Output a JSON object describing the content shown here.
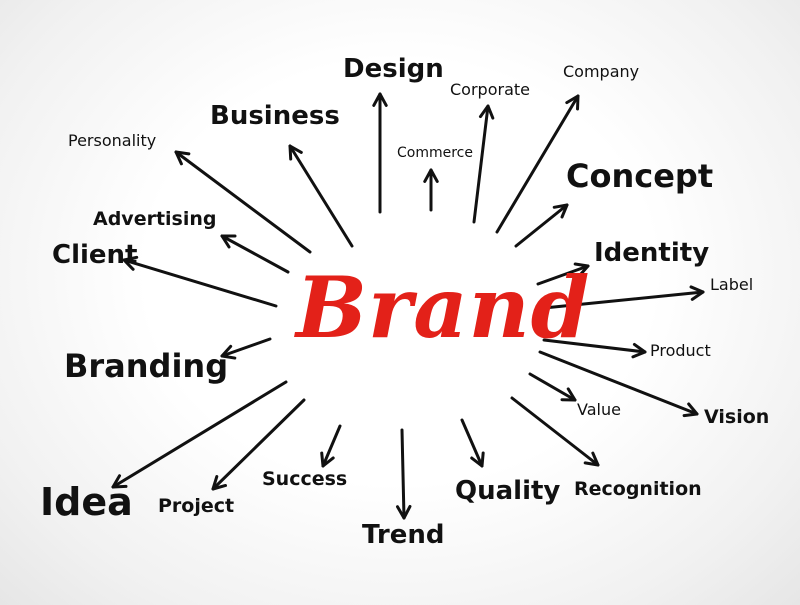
{
  "center": {
    "label": "Brand",
    "color": "#e32119"
  },
  "arrow_color": "#111111",
  "words": {
    "design": "Design",
    "corporate": "Corporate",
    "company": "Company",
    "business": "Business",
    "personality": "Personality",
    "commerce": "Commerce",
    "concept": "Concept",
    "advertising": "Advertising",
    "client": "Client",
    "identity": "Identity",
    "label": "Label",
    "branding": "Branding",
    "product": "Product",
    "value": "Value",
    "vision": "Vision",
    "idea": "Idea",
    "project": "Project",
    "success": "Success",
    "trend": "Trend",
    "quality": "Quality",
    "recognition": "Recognition"
  }
}
